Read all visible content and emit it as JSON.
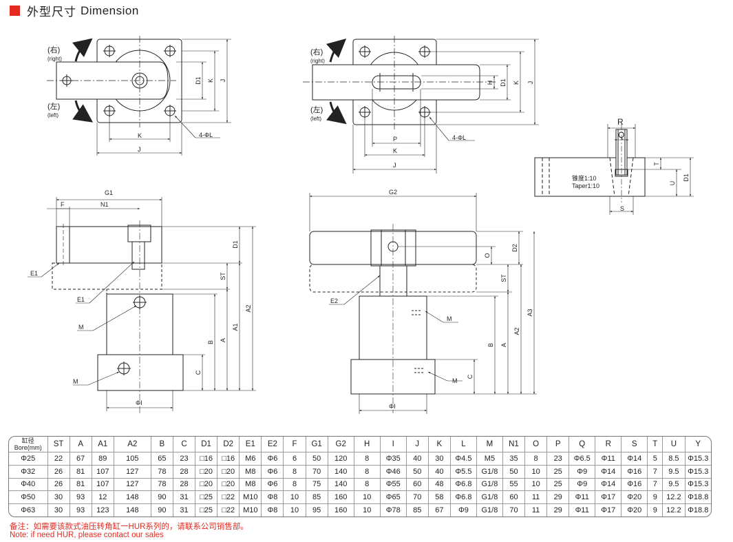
{
  "title": {
    "cn": "外型尺寸",
    "en": "Dimension"
  },
  "drawing": {
    "right_cn": "(右)",
    "right_en": "(right)",
    "left_cn": "(左)",
    "left_en": "(left)",
    "hole_label": "4-ΦL",
    "taper_cn": "锥度1:10",
    "taper_en": "Taper1:10",
    "dims": {
      "K": "K",
      "J": "J",
      "D1": "D1",
      "D2": "D2",
      "H": "H",
      "P": "P",
      "G1": "G1",
      "G2": "G2",
      "F": "F",
      "N1": "N1",
      "E1": "E1",
      "E2": "E2",
      "M": "M",
      "ST": "ST",
      "A": "A",
      "A1": "A1",
      "A2": "A2",
      "A3": "A3",
      "B": "B",
      "C": "C",
      "O": "O",
      "PHI_I": "ΦI",
      "R": "R",
      "Q": "Q",
      "T": "T",
      "U": "U",
      "S": "S"
    }
  },
  "table": {
    "bore_header_cn": "缸径",
    "bore_header_en": "Bore(mm)",
    "columns": [
      "ST",
      "A",
      "A1",
      "A2",
      "B",
      "C",
      "D1",
      "D2",
      "E1",
      "E2",
      "F",
      "G1",
      "G2",
      "H",
      "I",
      "J",
      "K",
      "L",
      "M",
      "N1",
      "O",
      "P",
      "Q",
      "R",
      "S",
      "T",
      "U",
      "Y"
    ],
    "rows": [
      [
        "Φ25",
        "22",
        "67",
        "89",
        "105",
        "65",
        "23",
        "□16",
        "□16",
        "M6",
        "Φ6",
        "6",
        "50",
        "120",
        "8",
        "Φ35",
        "40",
        "30",
        "Φ4.5",
        "M5",
        "35",
        "8",
        "23",
        "Φ6.5",
        "Φ11",
        "Φ14",
        "5",
        "8.5",
        "Φ15.3"
      ],
      [
        "Φ32",
        "26",
        "81",
        "107",
        "127",
        "78",
        "28",
        "□20",
        "□20",
        "M8",
        "Φ6",
        "8",
        "70",
        "140",
        "8",
        "Φ46",
        "50",
        "40",
        "Φ5.5",
        "G1/8",
        "50",
        "10",
        "25",
        "Φ9",
        "Φ14",
        "Φ16",
        "7",
        "9.5",
        "Φ15.3"
      ],
      [
        "Φ40",
        "26",
        "81",
        "107",
        "127",
        "78",
        "28",
        "□20",
        "□20",
        "M8",
        "Φ6",
        "8",
        "75",
        "140",
        "8",
        "Φ55",
        "60",
        "48",
        "Φ6.8",
        "G1/8",
        "55",
        "10",
        "25",
        "Φ9",
        "Φ14",
        "Φ16",
        "7",
        "9.5",
        "Φ15.3"
      ],
      [
        "Φ50",
        "30",
        "93",
        "12",
        "148",
        "90",
        "31",
        "□25",
        "□22",
        "M10",
        "Φ8",
        "10",
        "85",
        "160",
        "10",
        "Φ65",
        "70",
        "58",
        "Φ6.8",
        "G1/8",
        "60",
        "11",
        "29",
        "Φ11",
        "Φ17",
        "Φ20",
        "9",
        "12.2",
        "Φ18.8"
      ],
      [
        "Φ63",
        "30",
        "93",
        "123",
        "148",
        "90",
        "31",
        "□25",
        "□22",
        "M10",
        "Φ8",
        "10",
        "95",
        "160",
        "10",
        "Φ78",
        "85",
        "67",
        "Φ9",
        "G1/8",
        "70",
        "11",
        "29",
        "Φ11",
        "Φ17",
        "Φ20",
        "9",
        "12.2",
        "Φ18.8"
      ]
    ]
  },
  "notes": {
    "cn": "备注：如需要该款式油压转角缸一HUR系列的，请联系公司销售部。",
    "en": "Note: if need HUR, please contact our sales"
  }
}
